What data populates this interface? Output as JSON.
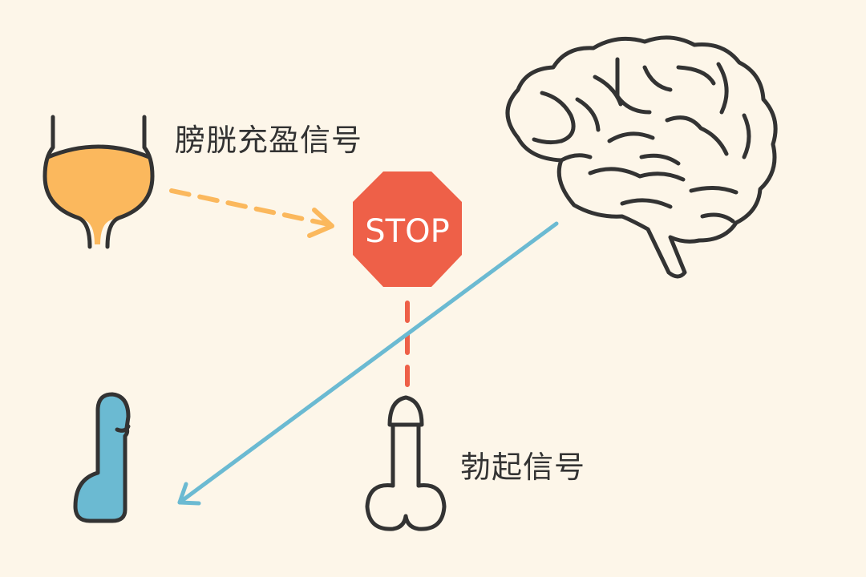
{
  "labels": {
    "bladder_signal": "膀胱充盈信号",
    "stop_sign": "STOP",
    "erection_signal": "勃起信号"
  },
  "icons": {
    "bladder": "bladder-icon",
    "stop": "stop-sign-icon",
    "brain": "brain-icon",
    "penis_filled": "penis-icon-blue",
    "penis_outline": "penis-icon-outline"
  },
  "colors": {
    "background": "#fdf6e9",
    "bladder_fill": "#fbb85d",
    "bladder_arrow": "#fbb85d",
    "stop_fill": "#ee6048",
    "stop_dash": "#ee6048",
    "brain_arrow": "#6bbad2",
    "penis_fill": "#6bbad2",
    "outline": "#333333"
  }
}
